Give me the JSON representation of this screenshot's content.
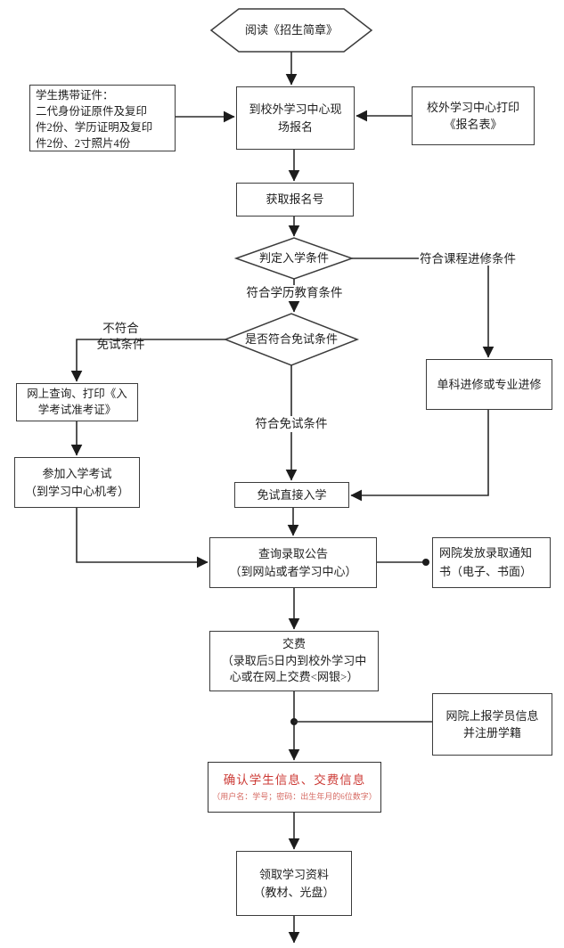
{
  "colors": {
    "line": "#2b2b2b",
    "box_border": "#3c3c3c",
    "accent_red": "#cc3a35",
    "accent_red_light": "#d66a62",
    "background": "#ffffff"
  },
  "nodes": {
    "read_brochure": "阅读《招生简章》",
    "student_documents": "学生携带证件：\n二代身份证原件及复印\n件2份、学历证明及复印\n件2份、2寸照片4份",
    "onsite_register": "到校外学习中心现\n场报名",
    "print_form": "校外学习中心打印\n《报名表》",
    "get_number": "获取报名号",
    "judge_admission": "判定入学条件",
    "exemption_check": "是否符合免试条件",
    "print_ticket": "网上查询、打印《入\n学考试准考证》",
    "entrance_exam": "参加入学考试\n（到学习中心机考）",
    "direct_admission": "免试直接入学",
    "advanced_study": "单科进修或专业进修",
    "admission_announcement": "查询录取公告\n（到网站或者学习中心）",
    "admission_notice": "网院发放录取通知\n书（电子、书面）",
    "payment": "交费\n（录取后5日内到校外学习中\n心或在网上交费<网银>）",
    "report_info": "网院上报学员信息\n并注册学籍",
    "confirm_info_title": "确认学生信息、交费信息",
    "confirm_info_sub": "（用户名：学号；密码：出生年月的6位数字）",
    "materials": "领取学习资料\n（教材、光盘）"
  },
  "edge_labels": {
    "course_condition": "符合课程进修条件",
    "degree_condition": "符合学历教育条件",
    "not_exempt": "不符合\n免试条件",
    "exempt": "符合免试条件"
  }
}
